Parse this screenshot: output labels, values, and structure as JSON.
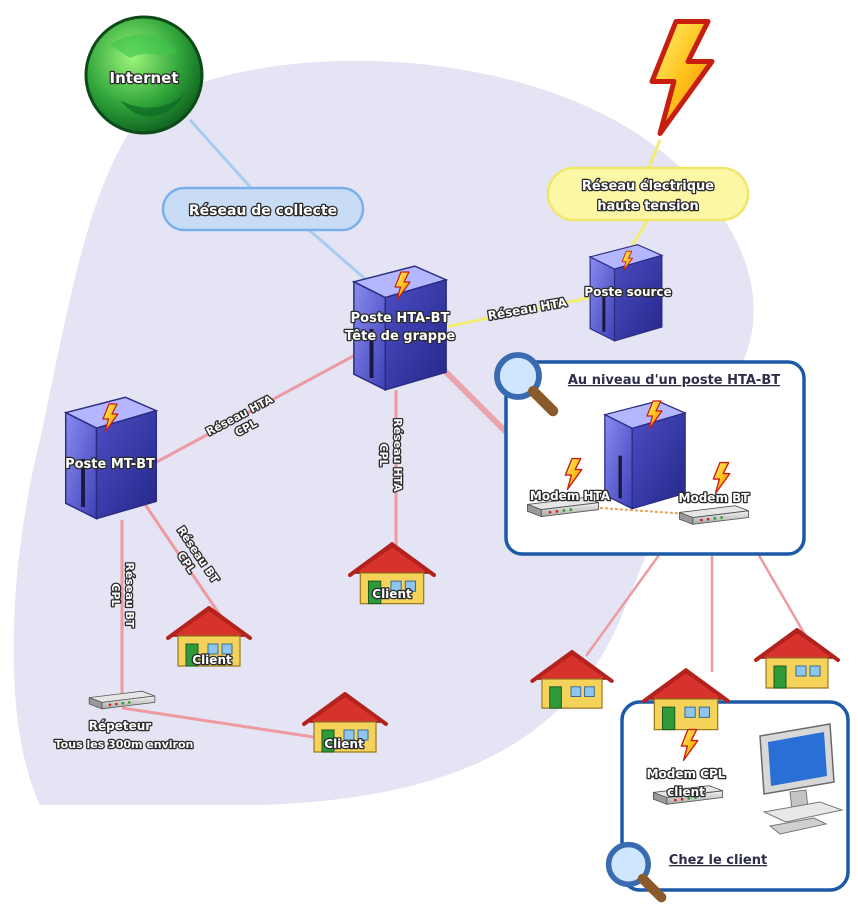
{
  "nodes": {
    "internet": "Internet",
    "collect_network": "Réseau de collecte",
    "hv_network_line1": "Réseau électrique",
    "hv_network_line2": "haute tension",
    "source_station": "Poste source",
    "hta_bt_line1": "Poste HTA-BT",
    "hta_bt_line2": "Tête de grappe",
    "mt_bt": "Poste MT-BT",
    "repeater_line1": "Répeteur",
    "repeater_line2": "Tous les 300m environ",
    "client": "Client"
  },
  "links": {
    "hta": "Réseau HTA",
    "hta_cpl_line1": "Réseau HTA",
    "hta_cpl_line2": "CPL",
    "bt_cpl_line1": "Réseau BT",
    "bt_cpl_line2": "CPL"
  },
  "zoom_hta": {
    "title": "Au niveau d'un poste HTA-BT",
    "modem_hta": "Modem HTA",
    "modem_bt": "Modem BT"
  },
  "zoom_client": {
    "title": "Chez le client",
    "modem_line1": "Modem CPL",
    "modem_line2": "client"
  },
  "colors": {
    "background_blob": "#e4e4f4",
    "collect_link": "#a8ccf0",
    "hv_link": "#f2ec72",
    "cpl_link": "#ee9aa0",
    "server": "#5a5cd6",
    "zoom_border": "#1c5aa8",
    "roof": "#d8322c",
    "house_wall": "#f5d25a",
    "house_door": "#2f9a3a"
  },
  "icons": {
    "internet": "globe-icon",
    "power": "lightning-bolt-icon",
    "zoom": "magnifier-icon",
    "client_pc": "computer-icon"
  }
}
